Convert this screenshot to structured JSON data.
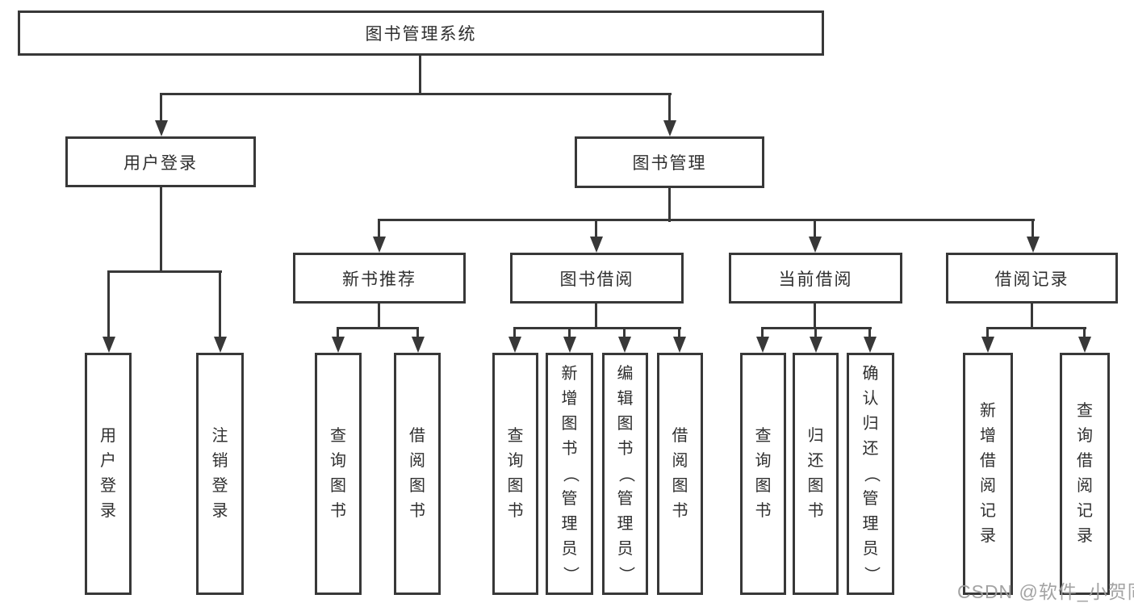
{
  "diagram": {
    "title": "图书管理系统",
    "tree": {
      "label": "图书管理系统",
      "children": [
        {
          "label": "用户登录",
          "children": [
            {
              "label": "用户登录"
            },
            {
              "label": "注销登录"
            }
          ]
        },
        {
          "label": "图书管理",
          "children": [
            {
              "label": "新书推荐",
              "children": [
                {
                  "label": "查询图书"
                },
                {
                  "label": "借阅图书"
                }
              ]
            },
            {
              "label": "图书借阅",
              "children": [
                {
                  "label": "查询图书"
                },
                {
                  "label": "新增图书（管理员）"
                },
                {
                  "label": "编辑图书（管理员）"
                },
                {
                  "label": "借阅图书"
                }
              ]
            },
            {
              "label": "当前借阅",
              "children": [
                {
                  "label": "查询图书"
                },
                {
                  "label": "归还图书"
                },
                {
                  "label": "确认归还（管理员）"
                }
              ]
            },
            {
              "label": "借阅记录",
              "children": [
                {
                  "label": "新增借阅记录"
                },
                {
                  "label": "查询借阅记录"
                }
              ]
            }
          ]
        }
      ]
    }
  },
  "watermark": {
    "text": "CSDN @软件_小贺同学"
  },
  "colors": {
    "line": "#383838",
    "box_border": "#383838",
    "text": "#2f2f2f",
    "watermark": "#9e9e9e",
    "background": "#ffffff"
  }
}
